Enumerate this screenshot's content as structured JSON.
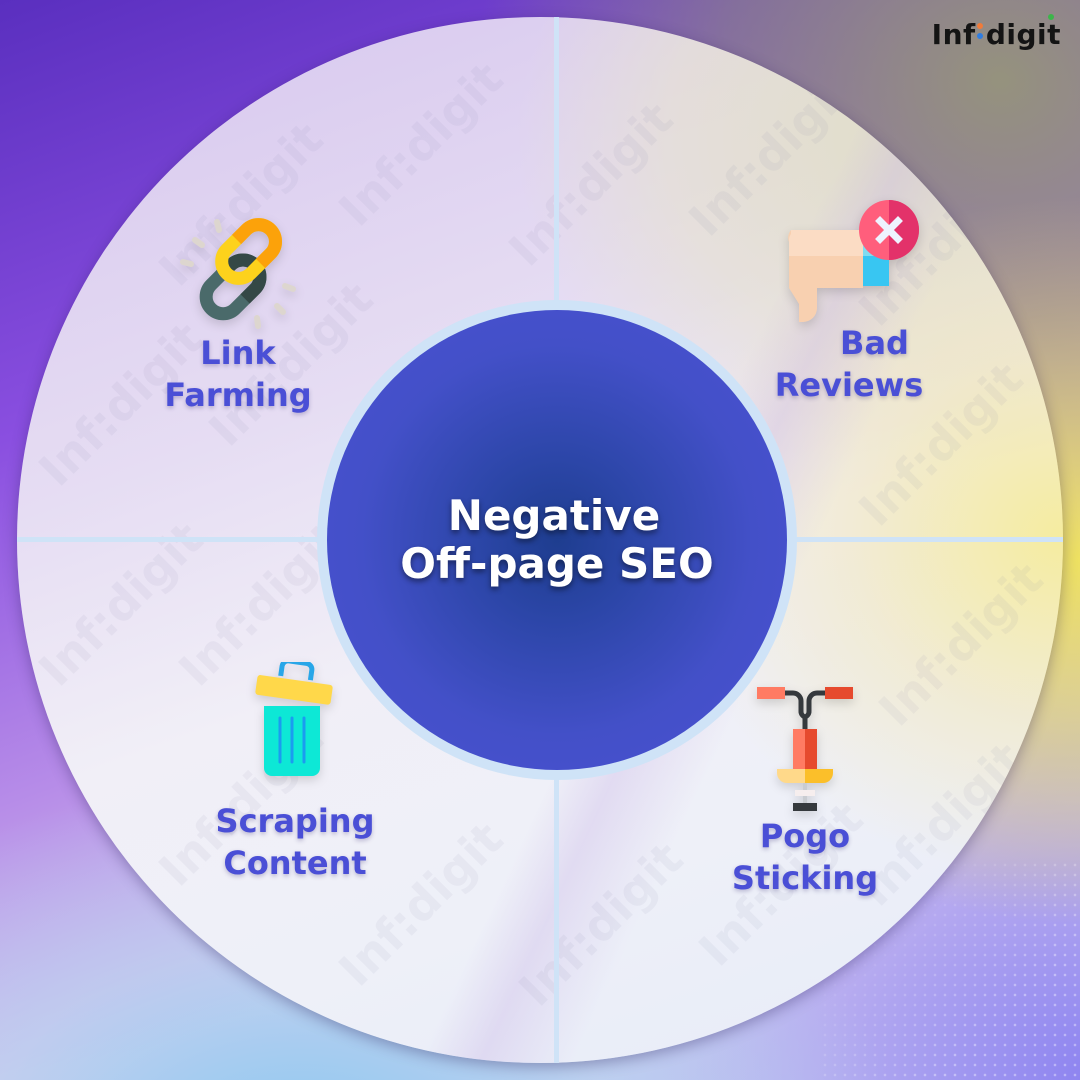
{
  "brand": {
    "logo_text_before": "Inf",
    "logo_text_middle": "i",
    "logo_text_after": "digit",
    "dot_colors": [
      "#2f7de1",
      "#f07b3a",
      "#3cb54a"
    ]
  },
  "diagram": {
    "center": {
      "line1": "Negative",
      "line2": "Off-page SEO",
      "color": "#4b50d4"
    },
    "quadrants": [
      {
        "id": "top-left",
        "icon": "chain-link-icon",
        "line1": "Link",
        "line2": "Farming"
      },
      {
        "id": "top-right",
        "icon": "thumbs-down-icon",
        "line1": "Bad",
        "line2": "Reviews"
      },
      {
        "id": "bottom-left",
        "icon": "trash-bin-icon",
        "line1": "Scraping",
        "line2": "Content"
      },
      {
        "id": "bottom-right",
        "icon": "pogo-stick-icon",
        "line1": "Pogo",
        "line2": "Sticking"
      }
    ],
    "label_color": "#4a4fd6",
    "divider_color": "#cfe3f7"
  },
  "watermark": "Inf:digit"
}
